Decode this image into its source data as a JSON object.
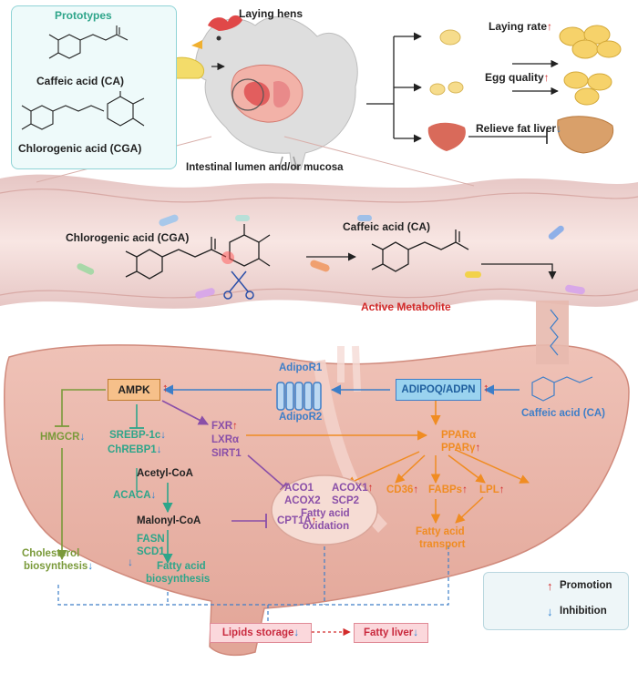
{
  "prototypes": {
    "title": "Prototypes",
    "ca_label": "Caffeic acid (CA)",
    "cga_label": "Chlorogenic acid (CGA)"
  },
  "top": {
    "laying_hens": "Laying hens",
    "intestinal": "Intestinal lumen and/or mucosa",
    "outcomes": [
      {
        "label": "Laying rate",
        "arrow": "↑"
      },
      {
        "label": "Egg quality",
        "arrow": "↑"
      },
      {
        "label": "Relieve fat liver",
        "arrow": "↓"
      }
    ]
  },
  "intestine": {
    "cga": "Chlorogenic acid (CGA)",
    "ca": "Caffeic acid (CA)",
    "active": "Active Metabolite"
  },
  "liver": {
    "ampk": "AMPK",
    "adipor1": "AdipoR1",
    "adipor2": "AdipoR2",
    "adipoq": "ADIPOQ/ADPN",
    "ca": "Caffeic acid (CA)",
    "hmgcr": "HMGCR",
    "srebp": "SREBP-1c",
    "chrebp": "ChREBP1",
    "fxr": "FXR",
    "lxr": "LXRα",
    "sirt1": "SIRT1",
    "ppara": "PPARα",
    "pparg": "PPARγ",
    "acetyl": "Acetyl-CoA",
    "acaca": "ACACA",
    "malonyl": "Malonyl-CoA",
    "fasn": "FASN",
    "scd1": "SCD1",
    "fa_bio1": "Fatty acid",
    "fa_bio2": "biosynthesis",
    "chol1": "Cholesterol",
    "chol2": "biosynthesis",
    "cpt1a": "CPT1A",
    "aco1": "ACO1",
    "aco2": "ACOX2",
    "acox1": "ACOX1",
    "scp2": "SCP2",
    "fao1": "Fatty acid",
    "fao2": "oxidation",
    "cd36": "CD36",
    "fabps": "FABPs",
    "lpl": "LPL",
    "fat1": "Fatty acid",
    "fat2": "transport",
    "lipids": "Lipids  storage",
    "fatty_liver": "Fatty liver"
  },
  "legend": {
    "promotion": "Promotion",
    "inhibition": "Inhibition"
  },
  "arrows": {
    "up": "↑",
    "down": "↓"
  },
  "colors": {
    "ampk_fill": "#f6c08a",
    "adipoq_fill": "#9ad3ef",
    "liver": "#e9b3a8",
    "liver_dark": "#d99286",
    "gut": "#f5dcd9",
    "green": "#58a84a",
    "teal": "#2ea58a",
    "purple": "#8a4fa8",
    "orange": "#f08c22",
    "blue": "#3d7ec8",
    "red": "#d22a2a"
  }
}
